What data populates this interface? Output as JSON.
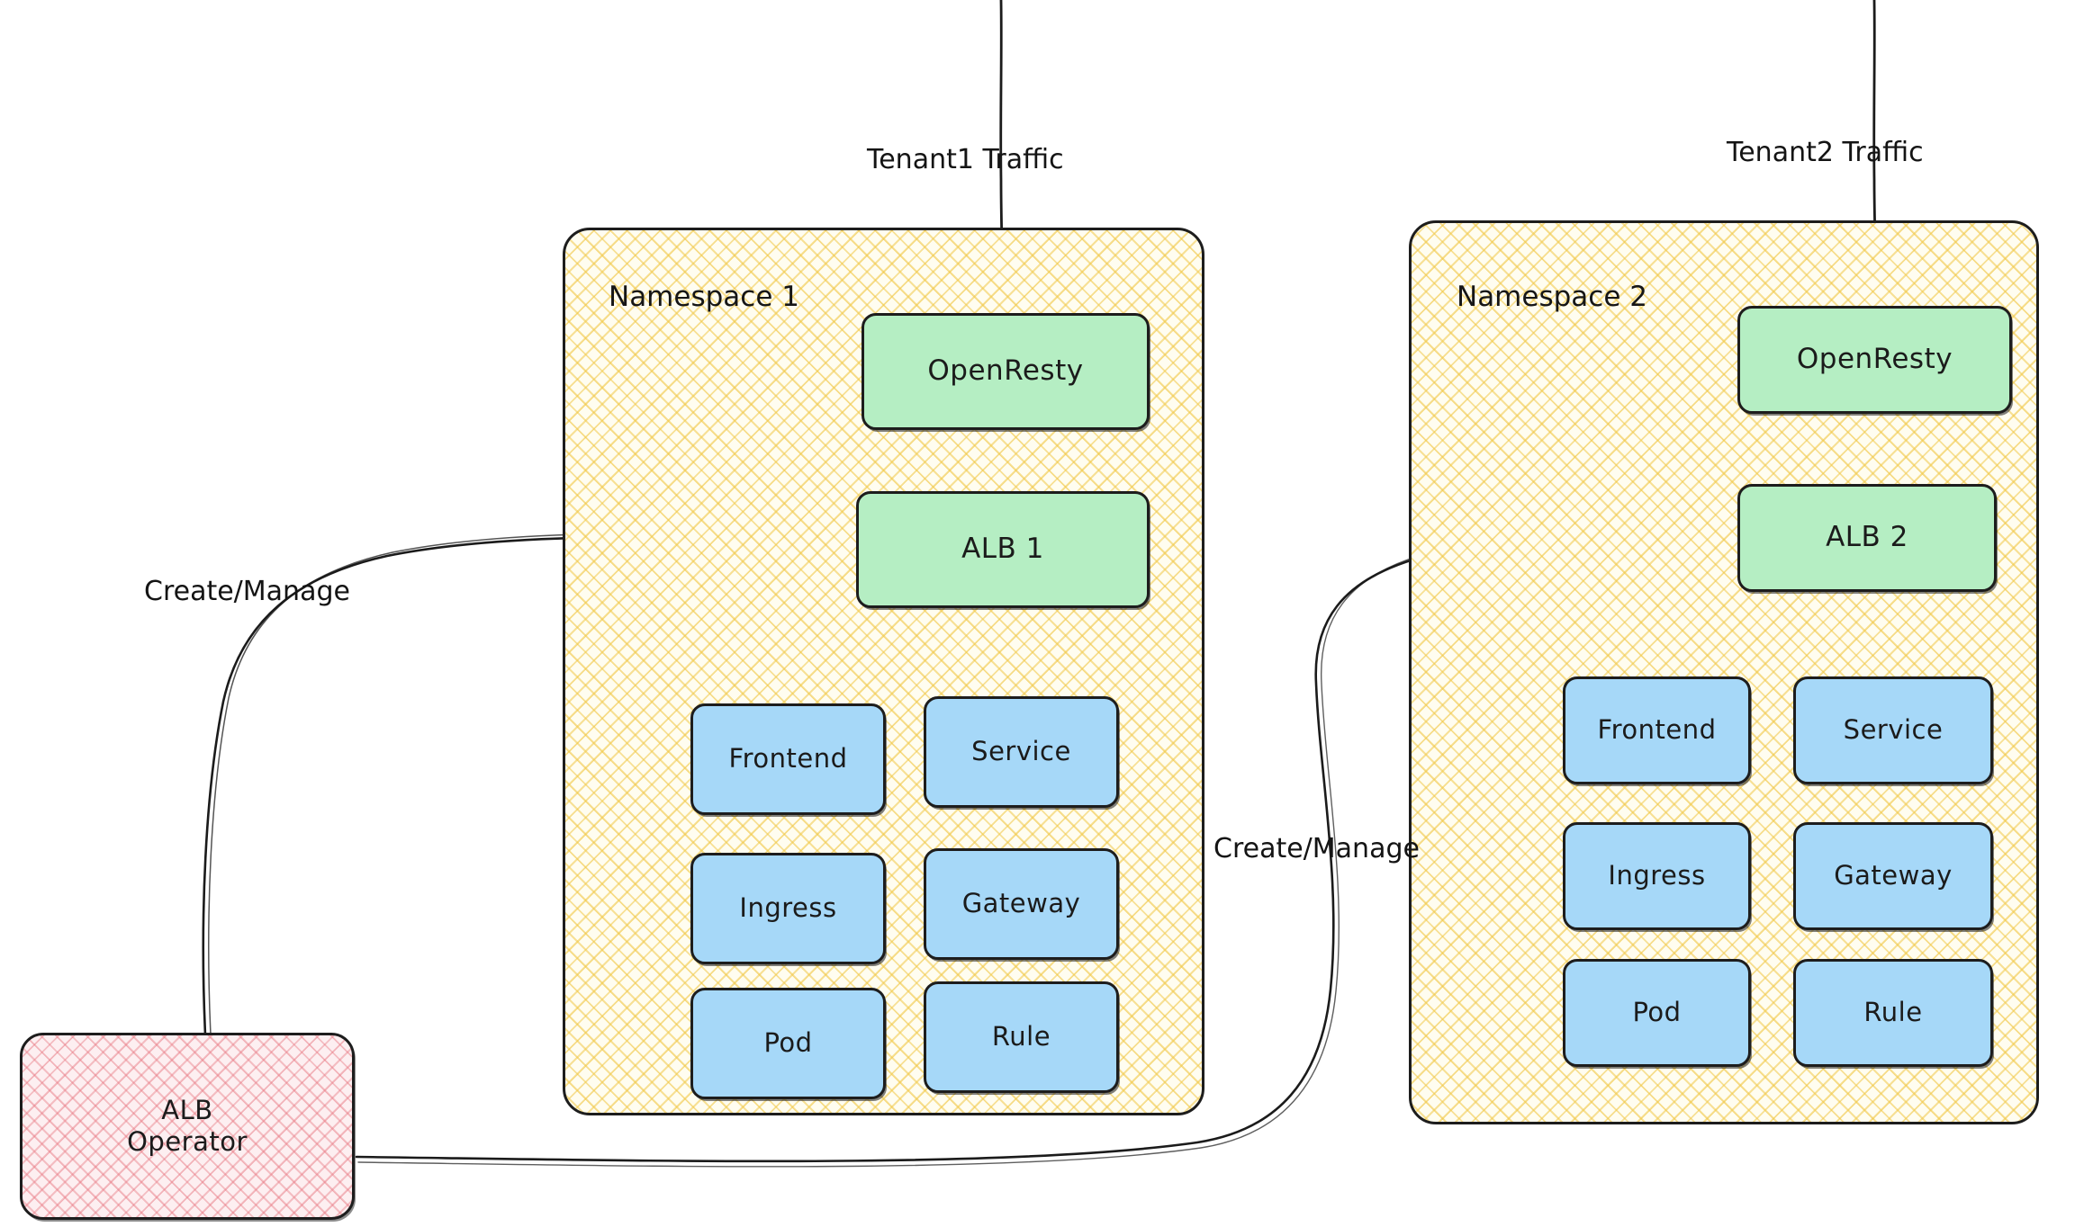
{
  "diagram": {
    "title": "ALB Operator multi-tenant namespace architecture",
    "background": "#ffffff",
    "colors": {
      "namespace_fill": "#fffdf0",
      "namespace_hatch": "#f1c94a",
      "green_node": "#b5eec3",
      "blue_node": "#a6d8f8",
      "operator_fill": "#fdeff1",
      "operator_hatch": "#e87882",
      "stroke": "#1d1d1d",
      "text": "#161616"
    }
  },
  "traffic": {
    "tenant1_label": "Tenant1 Traffic",
    "tenant2_label": "Tenant2 Traffic"
  },
  "edges": {
    "create_manage_1": "Create/Manage",
    "create_manage_2": "Create/Manage"
  },
  "operator": {
    "line1": "ALB",
    "line2": "Operator"
  },
  "namespaces": [
    {
      "id": "namespace-1",
      "label": "Namespace 1",
      "gateway_node": "OpenResty",
      "alb_node": "ALB 1",
      "resources": [
        {
          "label": "Frontend"
        },
        {
          "label": "Service"
        },
        {
          "label": "Ingress"
        },
        {
          "label": "Gateway"
        },
        {
          "label": "Pod"
        },
        {
          "label": "Rule"
        }
      ]
    },
    {
      "id": "namespace-2",
      "label": "Namespace 2",
      "gateway_node": "OpenResty",
      "alb_node": "ALB 2",
      "resources": [
        {
          "label": "Frontend"
        },
        {
          "label": "Service"
        },
        {
          "label": "Ingress"
        },
        {
          "label": "Gateway"
        },
        {
          "label": "Pod"
        },
        {
          "label": "Rule"
        }
      ]
    }
  ]
}
